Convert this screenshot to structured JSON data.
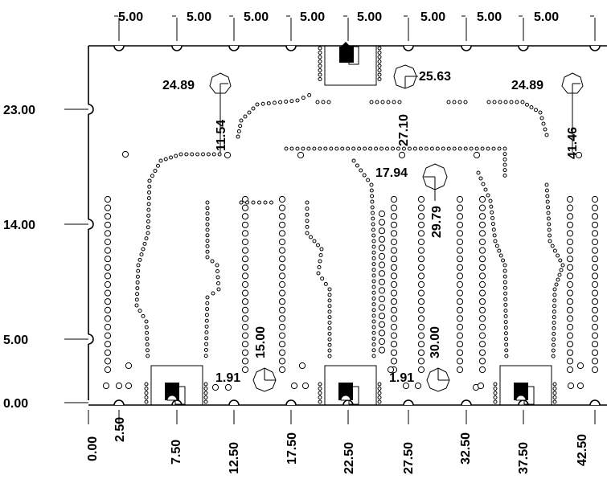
{
  "ink_color": "#000000",
  "paper_color": "#ffffff",
  "spacing_labels": [
    "5.00",
    "5.00",
    "5.00",
    "5.00",
    "5.00",
    "5.00",
    "5.00",
    "5.00"
  ],
  "y_dimensions": [
    "23.00",
    "14.00",
    "5.00",
    "0.00"
  ],
  "x_dimensions": [
    "0.00",
    "2.50",
    "7.50",
    "12.50",
    "17.50",
    "22.50",
    "27.50",
    "32.50",
    "37.50",
    "42.50"
  ],
  "hole_callouts": [
    {
      "label": "24.89",
      "icon": "target-hexagon-icon"
    },
    {
      "label": "25.63",
      "icon": "target-hexagon-icon"
    },
    {
      "label": "24.89",
      "icon": "target-hexagon-icon"
    },
    {
      "label": "1.91",
      "icon": "target-hexagon-icon"
    },
    {
      "label": "1.91",
      "icon": "target-hexagon-icon"
    },
    {
      "label": "17.94",
      "icon": "target-hexagon-icon"
    }
  ],
  "vertical_callouts": [
    "11.54",
    "27.10",
    "41.46",
    "29.79",
    "15.00",
    "30.00"
  ],
  "connectors": [
    {
      "name": "bottom-connector-1",
      "icon": "connector-icon"
    },
    {
      "name": "bottom-connector-2",
      "icon": "connector-icon"
    },
    {
      "name": "bottom-connector-3",
      "icon": "connector-icon"
    },
    {
      "name": "top-connector",
      "icon": "connector-icon"
    }
  ]
}
